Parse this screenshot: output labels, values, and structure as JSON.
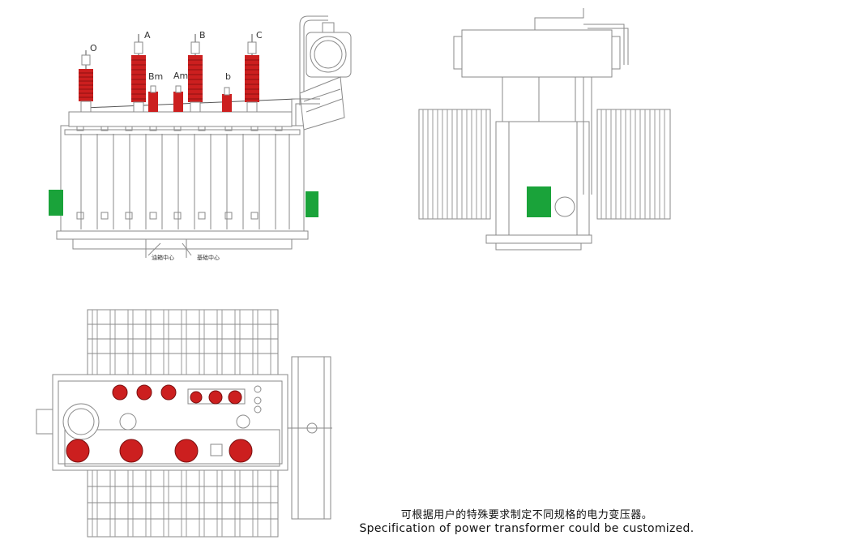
{
  "front_view": {
    "bushing_labels": [
      "O",
      "A",
      "B",
      "C"
    ],
    "neutral_labels": [
      "Bm",
      "Am",
      "b"
    ],
    "bottom_labels": [
      "油箱中心",
      "基础中心"
    ]
  },
  "caption": {
    "chinese": "可根据用户的特殊要求制定不同规格的电力变压器。",
    "english": "Specification of power transformer could be customized."
  },
  "colors": {
    "bushing_red": "#cc1f1f",
    "cabinet_green": "#1aa33a",
    "line_gray": "#8a8a8a"
  }
}
